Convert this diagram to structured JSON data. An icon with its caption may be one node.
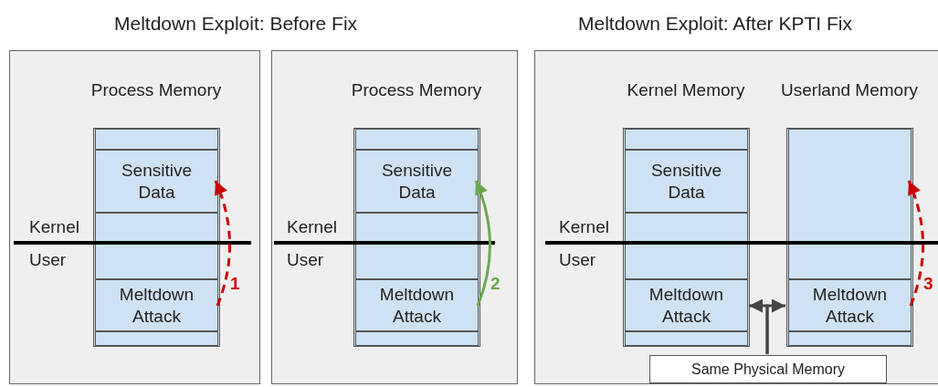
{
  "diagram": {
    "nodes": [
      {
        "text": [],
        "shape": "box"
      },
      {
        "text": [
          "Process Memory"
        ],
        "in": 0
      },
      {
        "text": [
          "Sensitive Data"
        ],
        "in": 1
      },
      {
        "text": [
          "Meltdown Attack"
        ],
        "in": 1
      },
      {
        "text": [],
        "shape": "box"
      },
      {
        "text": [
          "Process Memory"
        ],
        "in": 4
      },
      {
        "text": [
          "Sensitive Data"
        ],
        "in": 5
      },
      {
        "text": [
          "Meltdown Attack"
        ],
        "in": 5
      },
      {
        "text": [],
        "shape": "box"
      },
      {
        "text": [
          "Kernel Memory"
        ],
        "in": 8
      },
      {
        "text": [
          "Sensitive Data"
        ],
        "in": 9
      },
      {
        "text": [
          "Meltdown Attack"
        ],
        "in": 9
      },
      {
        "text": [
          "Userland Memory"
        ],
        "in": 8
      },
      {
        "text": [
          "Meltdown Attack"
        ],
        "in": 12
      },
      {
        "text": [
          "Same Physical Memory"
        ],
        "in": 8
      }
    ],
    "edges": [
      {
        "from": 3,
        "to": 2,
        "arrow": "to",
        "label": "1",
        "style": "dashed",
        "color": "#cc0000"
      },
      {
        "from": 7,
        "to": 6,
        "arrow": "to",
        "label": "2",
        "color": "#6aa84f"
      },
      {
        "from": 13,
        "to": null,
        "arrow": "to",
        "label": "3",
        "style": "dashed",
        "color": "#cc0000"
      },
      {
        "from": 14,
        "to": 11,
        "arrow": "to",
        "color": "#444444"
      },
      {
        "from": 14,
        "to": 13,
        "arrow": "to",
        "color": "#444444"
      }
    ],
    "labels": [
      "Meltdown Exploit: Before Fix",
      "Meltdown Exploit: After KPTI Fix",
      "Kernel",
      "User",
      "Kernel",
      "User",
      "Kernel",
      "User"
    ]
  }
}
